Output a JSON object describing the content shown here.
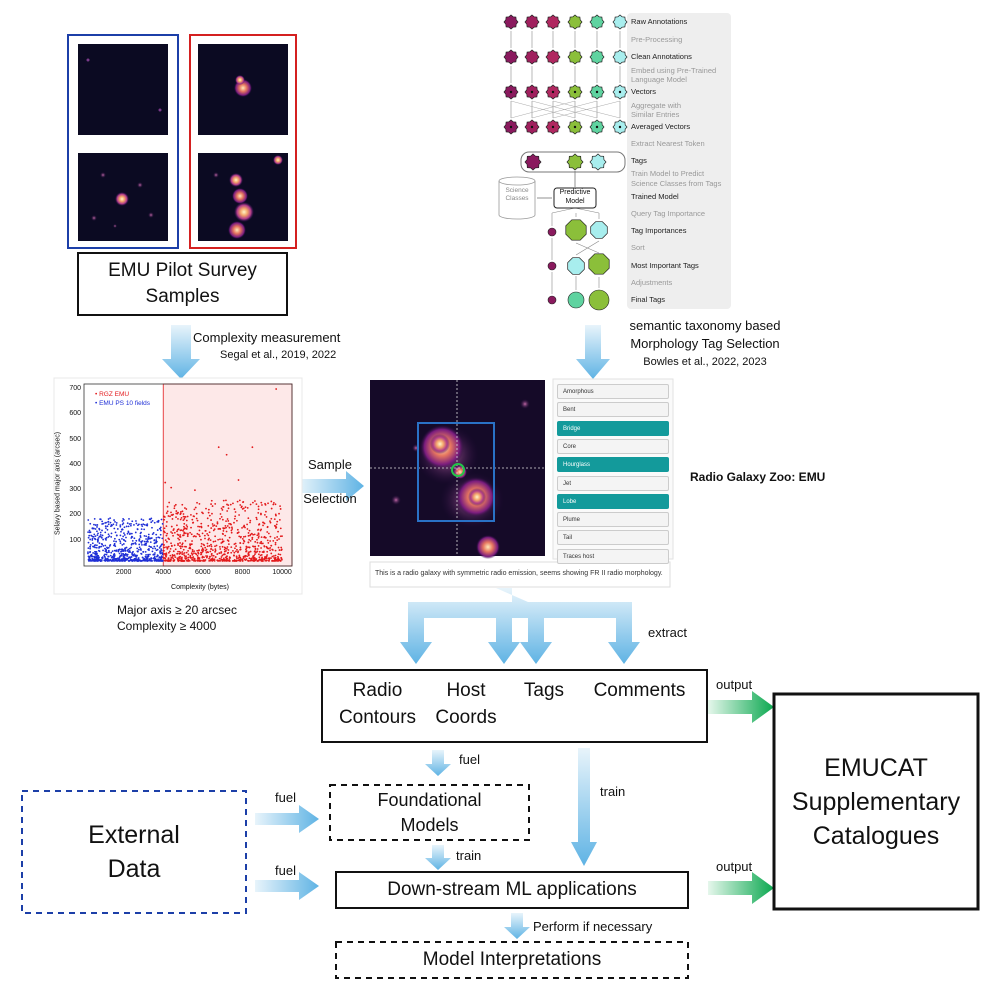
{
  "samples": {
    "title_line1": "EMU Pilot Survey",
    "title_line2": "Samples"
  },
  "complexity": {
    "title": "Complexity measurement",
    "ref": "Segal et al., 2019, 2022"
  },
  "scatter": {
    "legend_rgz": "RGZ EMU",
    "legend_emu": "EMU PS 10 fields",
    "ylabel": "Selavy based major axis (arcsec)",
    "xlabel": "Complexity (bytes)",
    "yticks": [
      "700",
      "600",
      "500",
      "400",
      "300",
      "200",
      "100"
    ],
    "xticks": [
      "2000",
      "4000",
      "6000",
      "8000",
      "10000"
    ],
    "colors": {
      "rgz": "#e31a1c",
      "emu": "#1f2fd6",
      "shade": "#fde8e8"
    }
  },
  "criteria": {
    "line1": "Major axis ≥ 20 arcsec",
    "line2": "Complexity ≥ 4000"
  },
  "sample_sel": {
    "line1": "Sample",
    "line2": "Selection"
  },
  "pipeline": {
    "steps": [
      {
        "label": "Raw Annotations",
        "kind": "main"
      },
      {
        "label": "Pre-Processing",
        "kind": "sub"
      },
      {
        "label": "Clean Annotations",
        "kind": "main"
      },
      {
        "label": "Embed using Pre-Trained",
        "kind": "sub"
      },
      {
        "label": "Language Model",
        "kind": "sub"
      },
      {
        "label": "Vectors",
        "kind": "main"
      },
      {
        "label": "Aggregate with",
        "kind": "sub"
      },
      {
        "label": "Similar Entries",
        "kind": "sub"
      },
      {
        "label": "Averaged Vectors",
        "kind": "main"
      },
      {
        "label": "Extract Nearest Token",
        "kind": "sub"
      },
      {
        "label": "Tags",
        "kind": "main"
      },
      {
        "label": "Train Model to Predict",
        "kind": "sub"
      },
      {
        "label": "Science Classes from Tags",
        "kind": "sub"
      },
      {
        "label": "Trained Model",
        "kind": "main"
      },
      {
        "label": "Query Tag Importance",
        "kind": "sub"
      },
      {
        "label": "Tag Importances",
        "kind": "main"
      },
      {
        "label": "Sort",
        "kind": "sub"
      },
      {
        "label": "Most Important Tags",
        "kind": "main"
      },
      {
        "label": "Adjustments",
        "kind": "sub"
      },
      {
        "label": "Final Tags",
        "kind": "main"
      }
    ],
    "science_l1": "Science",
    "science_l2": "Classes",
    "predictive_l1": "Predictive",
    "predictive_l2": "Model"
  },
  "taxonomy": {
    "line1": "semantic taxonomy based",
    "line2": "Morphology Tag Selection",
    "ref": "Bowles et al., 2022, 2023"
  },
  "rgz": {
    "title": "Radio Galaxy Zoo: EMU",
    "tags": [
      {
        "label": "Amorphous",
        "on": false
      },
      {
        "label": "Bent",
        "on": false
      },
      {
        "label": "Bridge",
        "on": true
      },
      {
        "label": "Core",
        "on": false
      },
      {
        "label": "Hourglass",
        "on": true
      },
      {
        "label": "Jet",
        "on": false
      },
      {
        "label": "Lobe",
        "on": true
      },
      {
        "label": "Plume",
        "on": false
      },
      {
        "label": "Tail",
        "on": false
      },
      {
        "label": "Traces host",
        "on": false
      }
    ],
    "comment": "This is a radio galaxy with symmetric radio emission, seems showing FR II radio morphology.",
    "accent": "#139a9b"
  },
  "extract": {
    "label": "extract",
    "fields": [
      {
        "l1": "Radio",
        "l2": "Contours"
      },
      {
        "l1": "Host",
        "l2": "Coords"
      },
      {
        "l1": "Tags",
        "l2": ""
      },
      {
        "l1": "Comments",
        "l2": ""
      }
    ]
  },
  "flow": {
    "output1": "output",
    "output2": "output",
    "fuel1": "fuel",
    "fuel2": "fuel",
    "fuel3": "fuel",
    "train1": "train",
    "train2": "train",
    "perform": "Perform if necessary"
  },
  "foundational": {
    "l1": "Foundational",
    "l2": "Models"
  },
  "downstream": {
    "label": "Down-stream ML applications"
  },
  "interp": {
    "label": "Model Interpretations"
  },
  "external": {
    "l1": "External",
    "l2": "Data"
  },
  "emucat": {
    "l1": "EMUCAT",
    "l2": "Supplementary",
    "l3": "Catalogues"
  }
}
